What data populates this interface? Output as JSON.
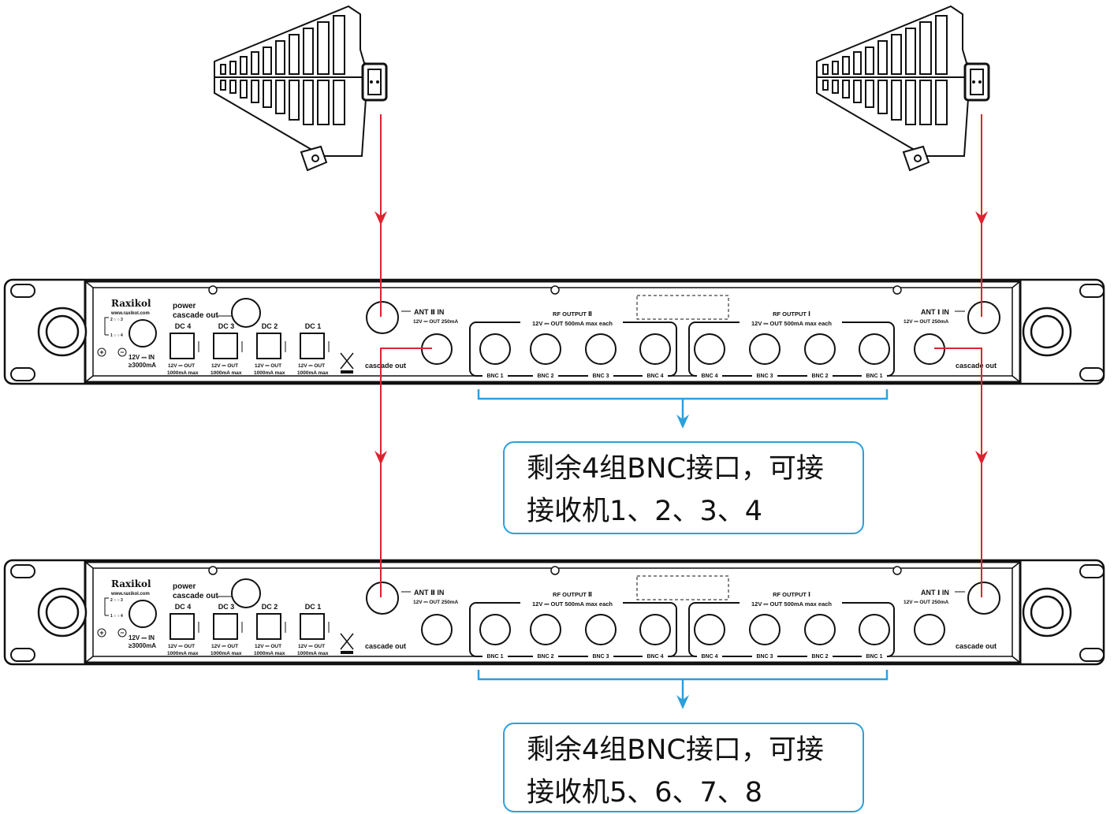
{
  "brand": {
    "name": "Raxikol",
    "url": "www.raxikol.com"
  },
  "panel": {
    "power_cascade": [
      "power",
      "cascade out"
    ],
    "power_in": [
      "12V ⎓ IN",
      "≥3000mA"
    ],
    "dc_ports": [
      {
        "name": "DC 4",
        "spec": [
          "12V ⎓ OUT",
          "1000mA max"
        ]
      },
      {
        "name": "DC 3",
        "spec": [
          "12V ⎓ OUT",
          "1000mA max"
        ]
      },
      {
        "name": "DC 2",
        "spec": [
          "12V ⎓ OUT",
          "1000mA max"
        ]
      },
      {
        "name": "DC 1",
        "spec": [
          "12V ⎓ OUT",
          "1000mA max"
        ]
      }
    ],
    "ant2": {
      "label": "ANT Ⅱ IN",
      "spec": "12V ⎓ OUT 250mA"
    },
    "ant1": {
      "label": "ANT Ⅰ IN",
      "spec": "12V ⎓ OUT 250mA"
    },
    "cascade_out": "cascade out",
    "rf2": {
      "title": "RF OUTPUT Ⅱ",
      "spec": "12V ⎓ OUT 500mA max each",
      "bnc": [
        "BNC 1",
        "BNC 2",
        "BNC 3",
        "BNC 4"
      ]
    },
    "rf1": {
      "title": "RF OUTPUT Ⅰ",
      "spec": "12V ⎓ OUT 500mA max each",
      "bnc": [
        "BNC 4",
        "BNC 3",
        "BNC 2",
        "BNC 1"
      ]
    },
    "switch_labels": [
      "2",
      "3",
      "1",
      "4"
    ]
  },
  "callouts": [
    {
      "line1": "剩余4组BNC接口，可接",
      "line2": "接收机1、2、3、4"
    },
    {
      "line1": "剩余4组BNC接口，可接",
      "line2": "接收机5、6、7、8"
    }
  ],
  "colors": {
    "signal": "#e0222e",
    "bracket": "#2ba0dc",
    "line": "#111111"
  }
}
